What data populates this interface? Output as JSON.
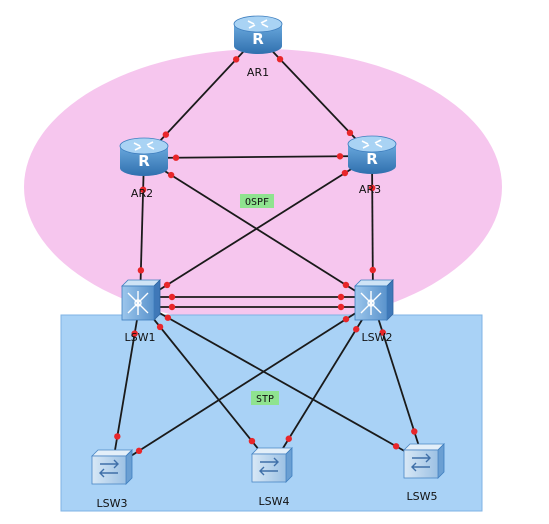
{
  "colors": {
    "ospf_zone": "#f6c6ee",
    "stp_zone": "#a9d2f6",
    "stp_zone_border": "#7fb3e4",
    "zone_tag_bg": "#8fe38f",
    "link": "#1a1a1a",
    "port": "#e8262a",
    "router_top": "#9bc9ee",
    "router_side": "#4a90cf",
    "l3switch_top": "#b9d8f2",
    "l3switch_side": "#4a88c6",
    "l2switch_top": "#c9e0f4",
    "l2switch_side": "#5a96cf"
  },
  "zones": {
    "ospf": {
      "label": "OSPF"
    },
    "stp": {
      "label": "STP"
    }
  },
  "devices": {
    "AR1": {
      "label": "AR1",
      "icon": "router-icon"
    },
    "AR2": {
      "label": "AR2",
      "icon": "router-icon"
    },
    "AR3": {
      "label": "AR3",
      "icon": "router-icon"
    },
    "LSW1": {
      "label": "LSW1",
      "icon": "l3-switch-icon"
    },
    "LSW2": {
      "label": "LSW2",
      "icon": "l3-switch-icon"
    },
    "LSW3": {
      "label": "LSW3",
      "icon": "l2-switch-icon"
    },
    "LSW4": {
      "label": "LSW4",
      "icon": "l2-switch-icon"
    },
    "LSW5": {
      "label": "LSW5",
      "icon": "l2-switch-icon"
    }
  },
  "links": [
    {
      "from": "AR1",
      "to": "AR2"
    },
    {
      "from": "AR1",
      "to": "AR3"
    },
    {
      "from": "AR2",
      "to": "AR3"
    },
    {
      "from": "AR2",
      "to": "LSW1"
    },
    {
      "from": "AR2",
      "to": "LSW2"
    },
    {
      "from": "AR3",
      "to": "LSW1"
    },
    {
      "from": "AR3",
      "to": "LSW2"
    },
    {
      "from": "LSW1",
      "to": "LSW2"
    },
    {
      "from": "LSW1",
      "to": "LSW2"
    },
    {
      "from": "LSW1",
      "to": "LSW3"
    },
    {
      "from": "LSW1",
      "to": "LSW4"
    },
    {
      "from": "LSW1",
      "to": "LSW5"
    },
    {
      "from": "LSW2",
      "to": "LSW3"
    },
    {
      "from": "LSW2",
      "to": "LSW4"
    },
    {
      "from": "LSW2",
      "to": "LSW5"
    }
  ]
}
